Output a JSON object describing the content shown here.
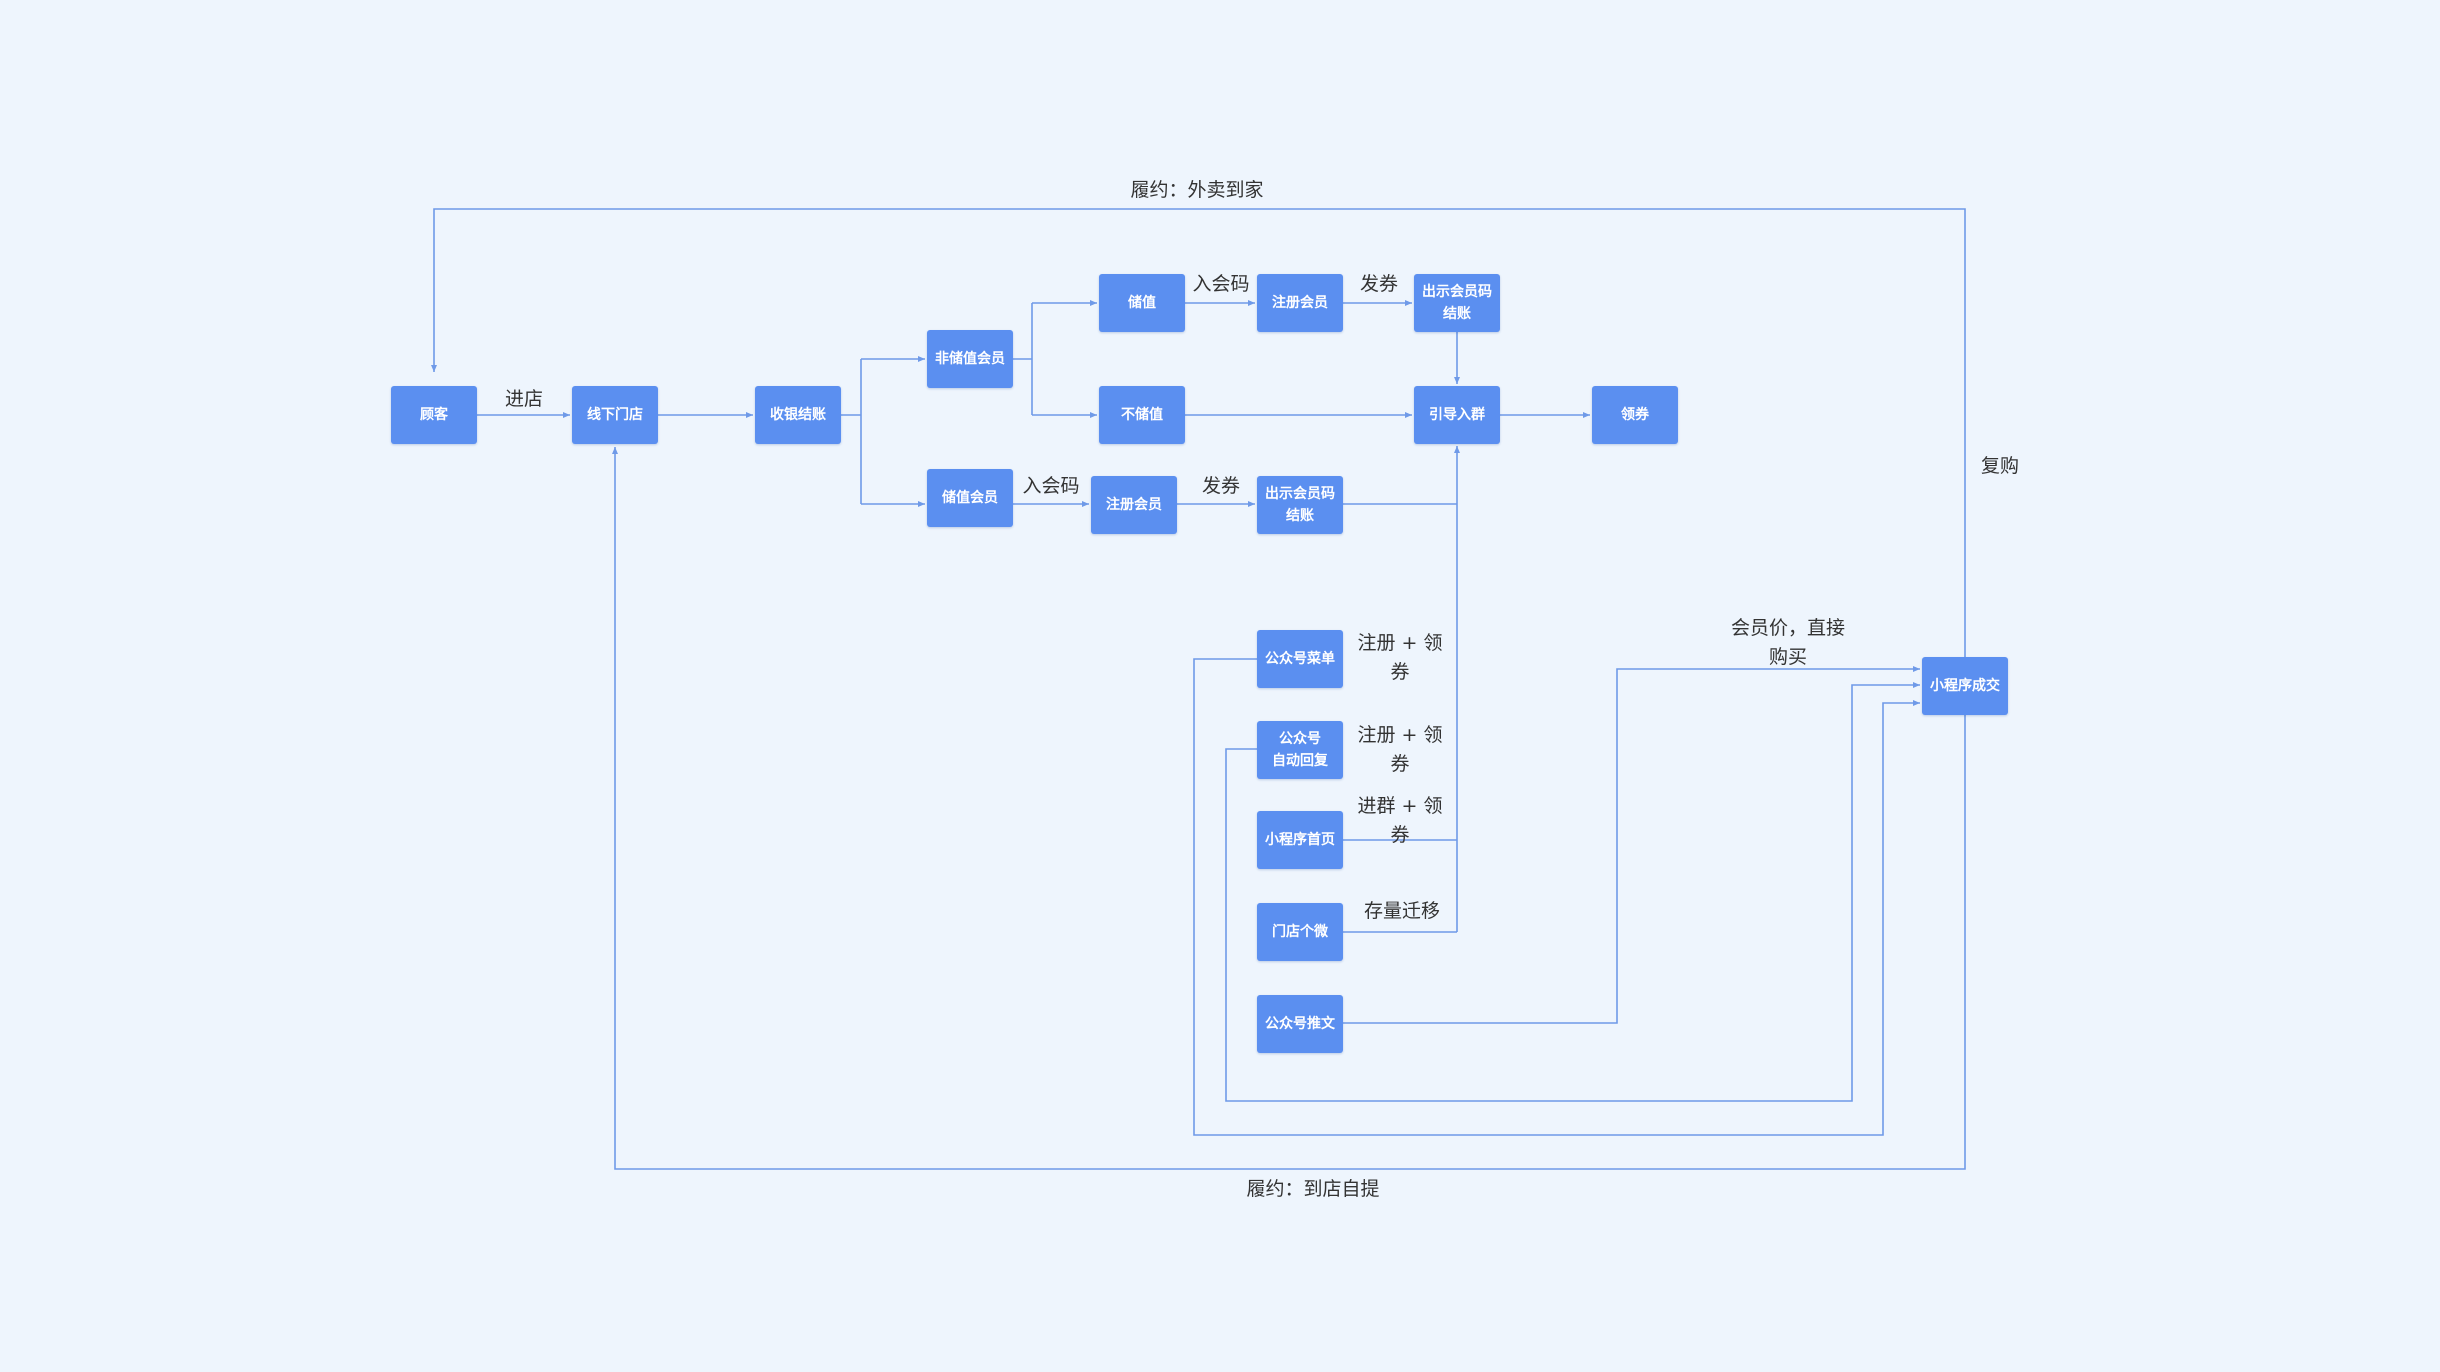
{
  "diagram": {
    "type": "flowchart",
    "colors": {
      "node_fill": "#5b8ff0",
      "node_text": "#ffffff",
      "connector": "#6f9ae8",
      "background": "#eef5fd",
      "label_text": "#333333"
    },
    "nodes": {
      "customer": "顾客",
      "offline_store": "线下门店",
      "checkout": "收银结账",
      "non_stored_member": "非储值会员",
      "stored_member": "储值会员",
      "top_stored_value": "储值",
      "top_register": "注册会员",
      "top_show_code": "出示会员码\n结账",
      "no_stored_value": "不储值",
      "guide_to_group": "引导入群",
      "get_coupon": "领券",
      "mid_register": "注册会员",
      "mid_show_code": "出示会员码\n结账",
      "oa_menu": "公众号菜单",
      "oa_auto_reply": "公众号\n自动回复",
      "mp_home": "小程序首页",
      "store_wechat": "门店个微",
      "oa_article": "公众号推文",
      "mp_deal": "小程序成交"
    },
    "labels": {
      "fulfill_delivery": "履约：外卖到家",
      "fulfill_pickup": "履约：到店自提",
      "enter_store": "进店",
      "join_code_top": "入会码",
      "issue_coupon_top": "发券",
      "join_code_mid": "入会码",
      "issue_coupon_mid": "发券",
      "repurchase": "复购",
      "member_price": "会员价，直接\n购买",
      "register_coupon_1": "注册 + 领\n券",
      "register_coupon_2": "注册 + 领\n券",
      "join_group_coupon": "进群 + 领\n券",
      "stock_migration": "存量迁移"
    }
  }
}
